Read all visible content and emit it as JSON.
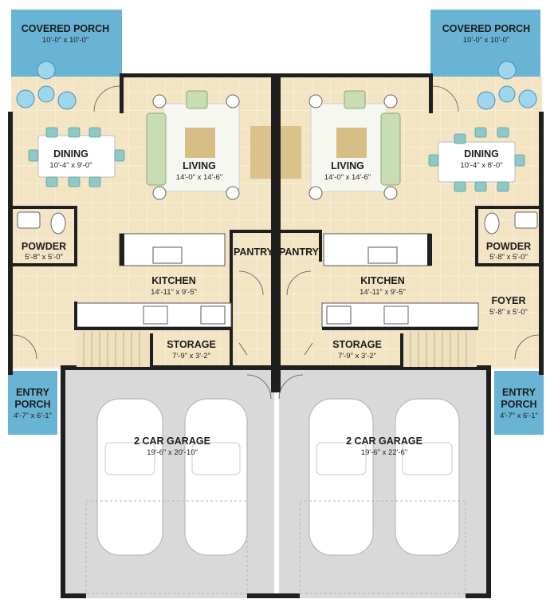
{
  "plan": {
    "left_unit": {
      "covered_porch": {
        "name": "COVERED PORCH",
        "dim": "10'-0\" x 10'-0\""
      },
      "dining": {
        "name": "DINING",
        "dim": "10'-4\" x 9'-0\""
      },
      "living": {
        "name": "LIVING",
        "dim": "14'-0\" x 14'-6\""
      },
      "powder": {
        "name": "POWDER",
        "dim": "5'-8\" x 5'-0\""
      },
      "pantry": {
        "name": "PANTRY"
      },
      "kitchen": {
        "name": "KITCHEN",
        "dim": "14'-11\" x 9'-5\""
      },
      "storage": {
        "name": "STORAGE",
        "dim": "7'-9\" x 3'-2\""
      },
      "entry_porch": {
        "name_line1": "ENTRY",
        "name_line2": "PORCH",
        "dim": "4'-7\" x 6'-1\""
      },
      "garage": {
        "name": "2 CAR GARAGE",
        "dim": "19'-6\" x 20'-10\""
      }
    },
    "right_unit": {
      "covered_porch": {
        "name": "COVERED PORCH",
        "dim": "10'-0\" x 10'-0\""
      },
      "dining": {
        "name": "DINING",
        "dim": "10'-4\" x 8'-0\""
      },
      "living": {
        "name": "LIVING",
        "dim": "14'-0\" x 14'-6\""
      },
      "powder": {
        "name": "POWDER",
        "dim": "5'-8\" x 5'-0\""
      },
      "pantry": {
        "name": "PANTRY"
      },
      "kitchen": {
        "name": "KITCHEN",
        "dim": "14'-11\" x 9'-5\""
      },
      "foyer": {
        "name": "FOYER",
        "dim": "5'-8\" x 5'-0\""
      },
      "storage": {
        "name": "STORAGE",
        "dim": "7'-9\" x 3'-2\""
      },
      "entry_porch": {
        "name_line1": "ENTRY",
        "name_line2": "PORCH",
        "dim": "4'-7\" x 6'-1\""
      },
      "garage": {
        "name": "2 CAR GARAGE",
        "dim": "19'-6\" x 22'-6\""
      }
    }
  },
  "colors": {
    "floor": "#f3e4c4",
    "porch": "#69b3d4",
    "garage": "#d9d9da",
    "wall": "#1f1f1f",
    "sofa": "#c9ddb4",
    "wood_accent": "#d7bd86"
  }
}
